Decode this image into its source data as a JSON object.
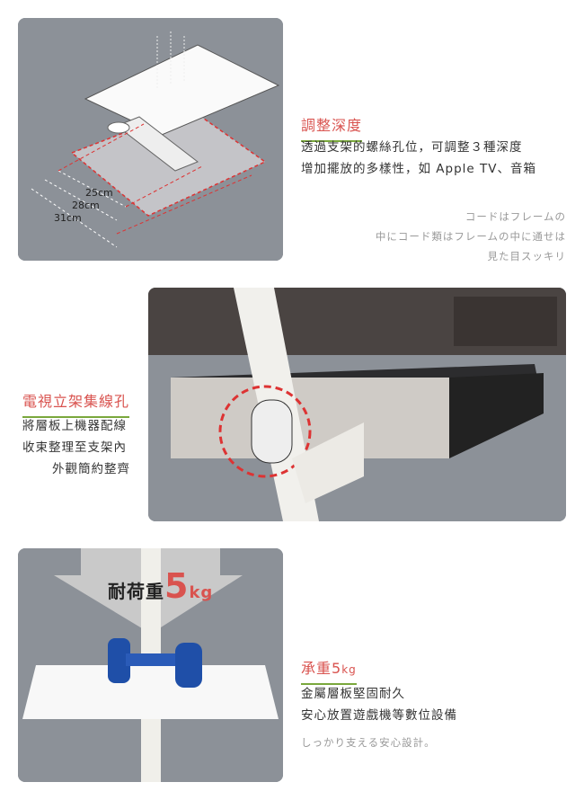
{
  "section1": {
    "heading": "調整深度",
    "lines": [
      "透過支架的螺絲孔位，可調整３種深度",
      "增加擺放的多樣性，如 Apple TV、音箱"
    ],
    "notes": [
      "コードはフレームの",
      "中にコード類はフレームの中に通せは",
      "見た目スッキリ"
    ],
    "dimensions": [
      "25cm",
      "28cm",
      "31cm"
    ]
  },
  "section2": {
    "heading": "電視立架集線孔",
    "lines": [
      "將層板上機器配線",
      "收束整理至支架內",
      "外觀簡約整齊"
    ]
  },
  "section3": {
    "heading_main": "承重",
    "heading_num": "5",
    "heading_unit": "kg",
    "lines": [
      "金屬層板堅固耐久",
      "安心放置遊戲機等數位設備"
    ],
    "note": "しっかり支える安心設計。",
    "badge_label": "耐荷重",
    "badge_num": "5",
    "badge_unit": "kg"
  },
  "colors": {
    "accent": "#d9534f",
    "underline": "#7aa83c",
    "panel": "#8c9198"
  }
}
